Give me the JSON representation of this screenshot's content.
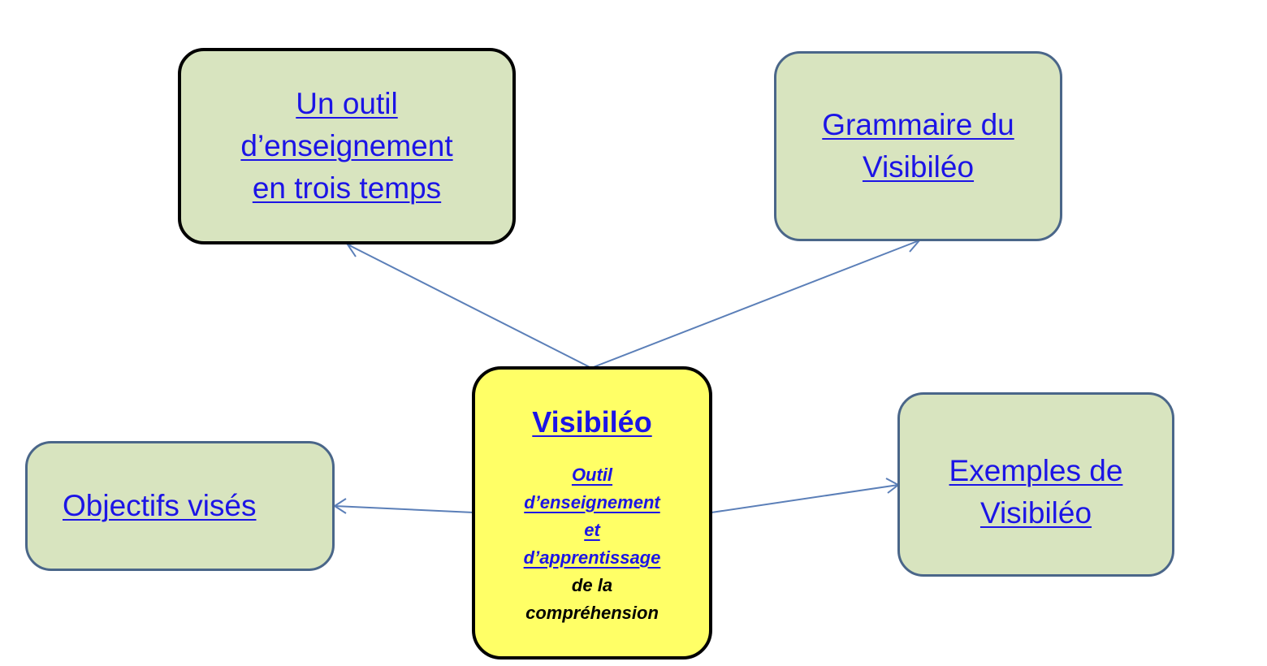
{
  "center": {
    "title": "Visibiléo",
    "subtitle_link_lines": [
      "Outil",
      "d’enseignement",
      "et",
      "d’apprentissage"
    ],
    "subtitle_plain_lines": [
      "de la",
      "compréhension"
    ]
  },
  "nodes": {
    "top_left": {
      "lines": [
        "Un outil",
        "d’enseignement",
        "en trois temps"
      ]
    },
    "top_right": {
      "lines": [
        "Grammaire du",
        "Visibiléo"
      ]
    },
    "left": {
      "lines": [
        "Objectifs visés"
      ]
    },
    "right": {
      "lines": [
        "Exemples de",
        "Visibiléo"
      ]
    }
  },
  "colors": {
    "link": "#1c14e6",
    "node_fill": "#d8e4bf",
    "node_border": "#4a6689",
    "center_fill": "#ffff66",
    "arrow": "#5b7fb8"
  }
}
